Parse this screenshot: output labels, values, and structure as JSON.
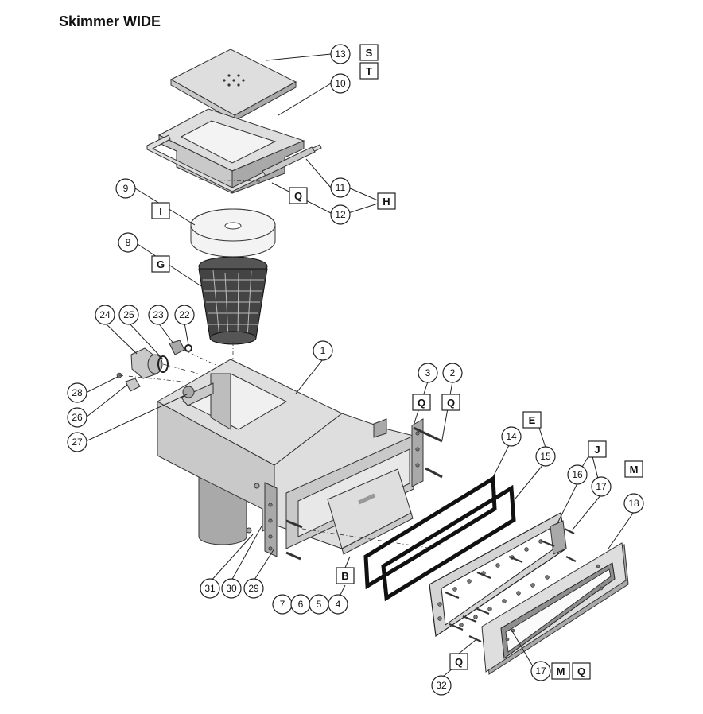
{
  "title": "Skimmer WIDE",
  "colors": {
    "line": "#222222",
    "metal": "#c9c9c9",
    "metal_light": "#dedede",
    "metal_dark": "#a9a9a9",
    "gasket": "#111111"
  },
  "parts": {
    "p1": "1",
    "p2": "2",
    "p3": "3",
    "p4": "4",
    "p5": "5",
    "p6": "6",
    "p7": "7",
    "p8": "8",
    "p9": "9",
    "p10": "10",
    "p11": "11",
    "p12": "12",
    "p13": "13",
    "p14": "14",
    "p15": "15",
    "p16": "16",
    "p17a": "17",
    "p17b": "17",
    "p18": "18",
    "p22": "22",
    "p23": "23",
    "p24": "24",
    "p25": "25",
    "p26": "26",
    "p27": "27",
    "p28": "28",
    "p29": "29",
    "p30": "30",
    "p31": "31",
    "p32": "32"
  },
  "tags": {
    "S": "S",
    "T": "T",
    "H": "H",
    "Q_top": "Q",
    "I": "I",
    "G": "G",
    "Q_3": "Q",
    "Q_2": "Q",
    "E": "E",
    "J": "J",
    "M_18": "M",
    "B": "B",
    "Q_32": "Q",
    "M_17": "M",
    "Q_17": "Q"
  }
}
